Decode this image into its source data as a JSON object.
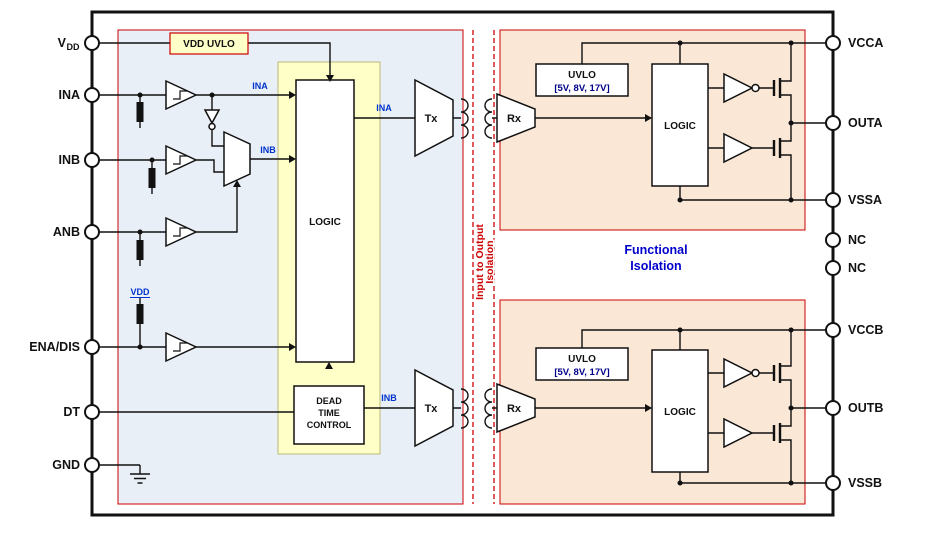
{
  "pins": {
    "left": [
      {
        "label": "V",
        "sub": "DD"
      },
      {
        "label": "INA"
      },
      {
        "label": "INB"
      },
      {
        "label": "ANB"
      },
      {
        "label": "ENA/DIS"
      },
      {
        "label": "DT"
      },
      {
        "label": "GND"
      }
    ],
    "right": [
      {
        "label": "VCCA"
      },
      {
        "label": "OUTA"
      },
      {
        "label": "VSSA"
      },
      {
        "label": "NC"
      },
      {
        "label": "NC"
      },
      {
        "label": "VCCB"
      },
      {
        "label": "OUTB"
      },
      {
        "label": "VSSB"
      }
    ]
  },
  "blocks": {
    "vdd_uvlo": "VDD UVLO",
    "logic_left": "LOGIC",
    "dead_time_line1": "DEAD",
    "dead_time_line2": "TIME",
    "dead_time_line3": "CONTROL",
    "tx": "Tx",
    "rx": "Rx",
    "uvlo": "UVLO",
    "uvlo_range": "[5V, 8V, 17V]",
    "logic_right": "LOGIC"
  },
  "signals": {
    "ina": "INA",
    "inb": "INB",
    "vdd": "VDD"
  },
  "isolation": {
    "line1": "Input to Output",
    "line2": "Isolation"
  },
  "functional_isolation": {
    "line1": "Functional",
    "line2": "Isolation"
  },
  "colors": {
    "outline": "#111111",
    "red_accent": "#cc0000",
    "blue_signal": "#0033cc",
    "navy_text": "#00008b",
    "functional_blue": "#0000cc",
    "panel_blue": "#e9eff6",
    "panel_peach": "#fae7d5",
    "panel_yellow": "#ffffc8"
  }
}
